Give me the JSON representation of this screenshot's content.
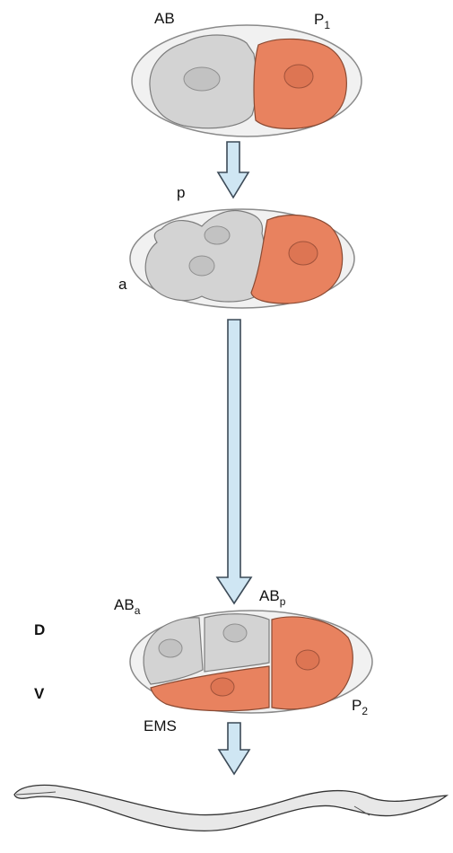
{
  "colors": {
    "shell_fill": "#f1f1f1",
    "shell_stroke": "#8a8a8a",
    "ab_cell": "#d3d3d3",
    "p_cell": "#e8825f",
    "arrow_fill": "#cfe6f3",
    "arrow_stroke": "#3c4a57",
    "worm_fill": "#e8e8e8"
  },
  "stage1": {
    "label_ab": "AB",
    "label_p1_main": "P",
    "label_p1_sub": "1"
  },
  "stage2": {
    "label_p": "p",
    "label_a": "a"
  },
  "stage3": {
    "label_aba_main": "AB",
    "label_aba_sub": "a",
    "label_abp_main": "AB",
    "label_abp_sub": "p",
    "label_d": "D",
    "label_v": "V",
    "label_ems": "EMS",
    "label_p2_main": "P",
    "label_p2_sub": "2"
  }
}
